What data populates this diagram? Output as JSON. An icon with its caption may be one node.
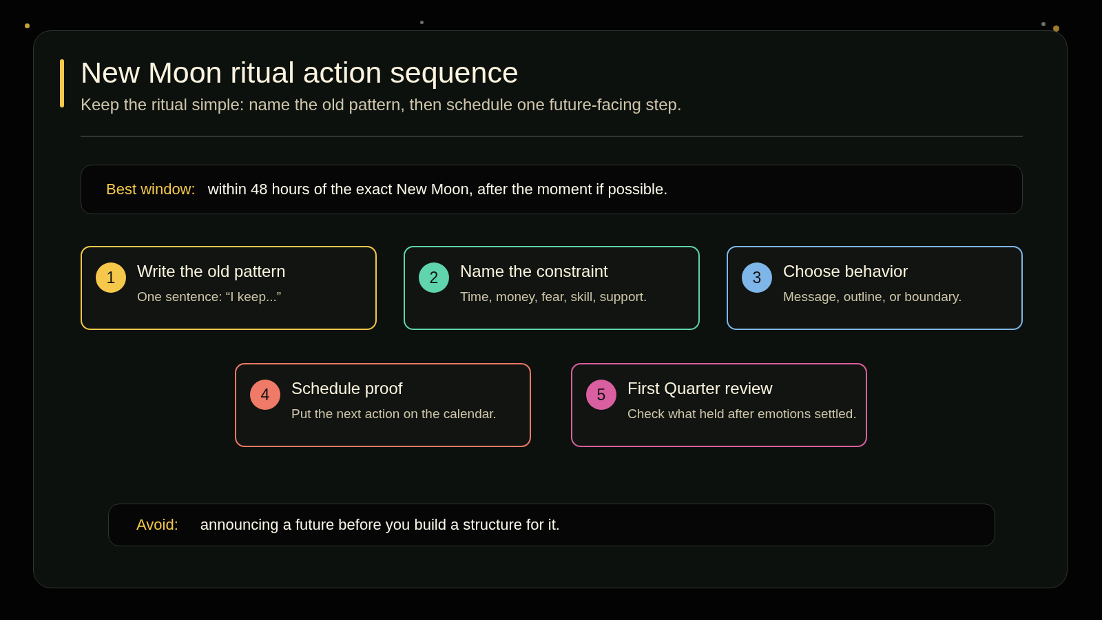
{
  "diagram": {
    "title": "New Moon ritual action sequence",
    "nodes": [
      {
        "text": [
          "Best window:",
          "within 48 hours of the exact New Moon, after the moment if possible."
        ]
      },
      {
        "text": [
          "Write the old pattern",
          "One sentence: “I keep...”"
        ]
      },
      {
        "text": [
          "1"
        ],
        "in": 1
      },
      {
        "text": [
          "Name the constraint",
          "Time, money, fear, skill, support."
        ]
      },
      {
        "text": [
          "2"
        ],
        "in": 3
      },
      {
        "text": [
          "Choose behavior",
          "Message, outline, or boundary."
        ]
      },
      {
        "text": [
          "3"
        ],
        "in": 5
      },
      {
        "text": [
          "Schedule proof",
          "Put the next action on the calendar."
        ]
      },
      {
        "text": [
          "4"
        ],
        "in": 7
      },
      {
        "text": [
          "First Quarter review",
          "Check what held after emotions settled."
        ]
      },
      {
        "text": [
          "5"
        ],
        "in": 9
      },
      {
        "text": [
          "Avoid:",
          "announcing a future before you build a structure for it."
        ]
      }
    ],
    "labels": [
      "Keep the ritual simple: name the old pattern, then schedule one future-facing step."
    ]
  }
}
